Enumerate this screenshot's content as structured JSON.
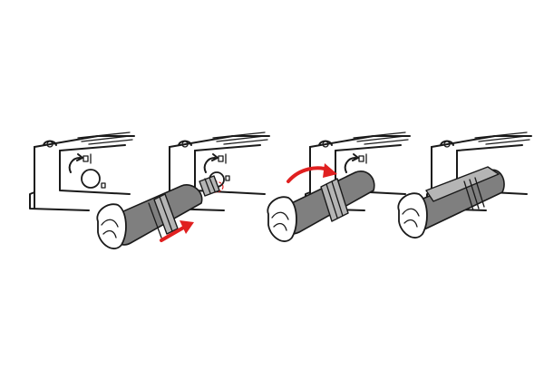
{
  "colors": {
    "background": "#ffffff",
    "line": "#1a1a1a",
    "plug_body": "#7f7f7f",
    "plug_highlight": "#b5b5b5",
    "arrow": "#e02020"
  },
  "steps": [
    {
      "id": 1,
      "state": "device-port"
    },
    {
      "id": 2,
      "state": "insert-plug",
      "arrow": "straight"
    },
    {
      "id": 3,
      "state": "rotate-plug",
      "arrow": "curved"
    },
    {
      "id": 4,
      "state": "plug-locked"
    }
  ],
  "icons": [
    "device-panel-icon",
    "port-icon",
    "plug-icon",
    "arrow-icon"
  ]
}
